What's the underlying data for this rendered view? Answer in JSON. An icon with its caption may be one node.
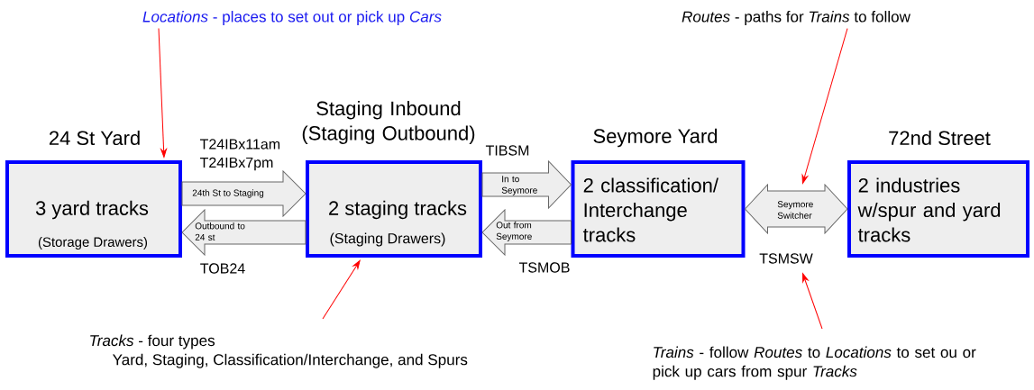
{
  "diagram": {
    "nodes": [
      {
        "text": [
          "24 St Yard",
          "3 yard tracks",
          "(Storage Drawers)"
        ]
      },
      {
        "text": [
          "Staging Inbound (Staging Outbound)",
          "2 staging tracks",
          "(Staging Drawers)"
        ]
      },
      {
        "text": [
          "Seymore Yard",
          "2 classification/ Interchange tracks"
        ]
      },
      {
        "text": [
          "72nd Street",
          "2 industries w/spur and yard tracks"
        ]
      },
      {
        "text": [
          "*Locations* - places to set out or pick up *Cars*"
        ]
      },
      {
        "text": [
          "*Routes* - paths for *Trains* to follow"
        ]
      },
      {
        "text": [
          "*Tracks* - four types",
          "Yard, Staging, Classification/Interchange, and Spurs"
        ]
      },
      {
        "text": [
          "*Trains* - follow *Routes* to *Locations* to set ou or pick up cars from spur *Tracks*"
        ]
      },
      {
        "text": [
          "TSMSW"
        ]
      }
    ],
    "edges": [
      {
        "from": 0,
        "to": 1,
        "arrow": "to",
        "label": "24th St to Staging"
      },
      {
        "from": 1,
        "to": 0,
        "arrow": "to",
        "label": "Outbound to 24 st"
      },
      {
        "from": 1,
        "to": 2,
        "arrow": "to",
        "label": "In to Seymore"
      },
      {
        "from": 2,
        "to": 1,
        "arrow": "to",
        "label": "Out from Seymore"
      },
      {
        "from": 2,
        "to": 3,
        "arrow": "both",
        "label": "Seymore Switcher"
      },
      {
        "from": 4,
        "to": 0,
        "arrow": "to",
        "color": "#ff0000"
      },
      {
        "from": 5,
        "to": null,
        "arrow": "to",
        "color": "#ff0000"
      },
      {
        "from": 6,
        "to": 1,
        "arrow": "to",
        "color": "#ff0000"
      },
      {
        "from": 7,
        "to": 8,
        "arrow": "to",
        "color": "#ff0000"
      }
    ],
    "labels": [
      "T24IBx11am",
      "T24IBx7pm",
      "TIBSM",
      "TOB24",
      "TSMOB"
    ]
  }
}
